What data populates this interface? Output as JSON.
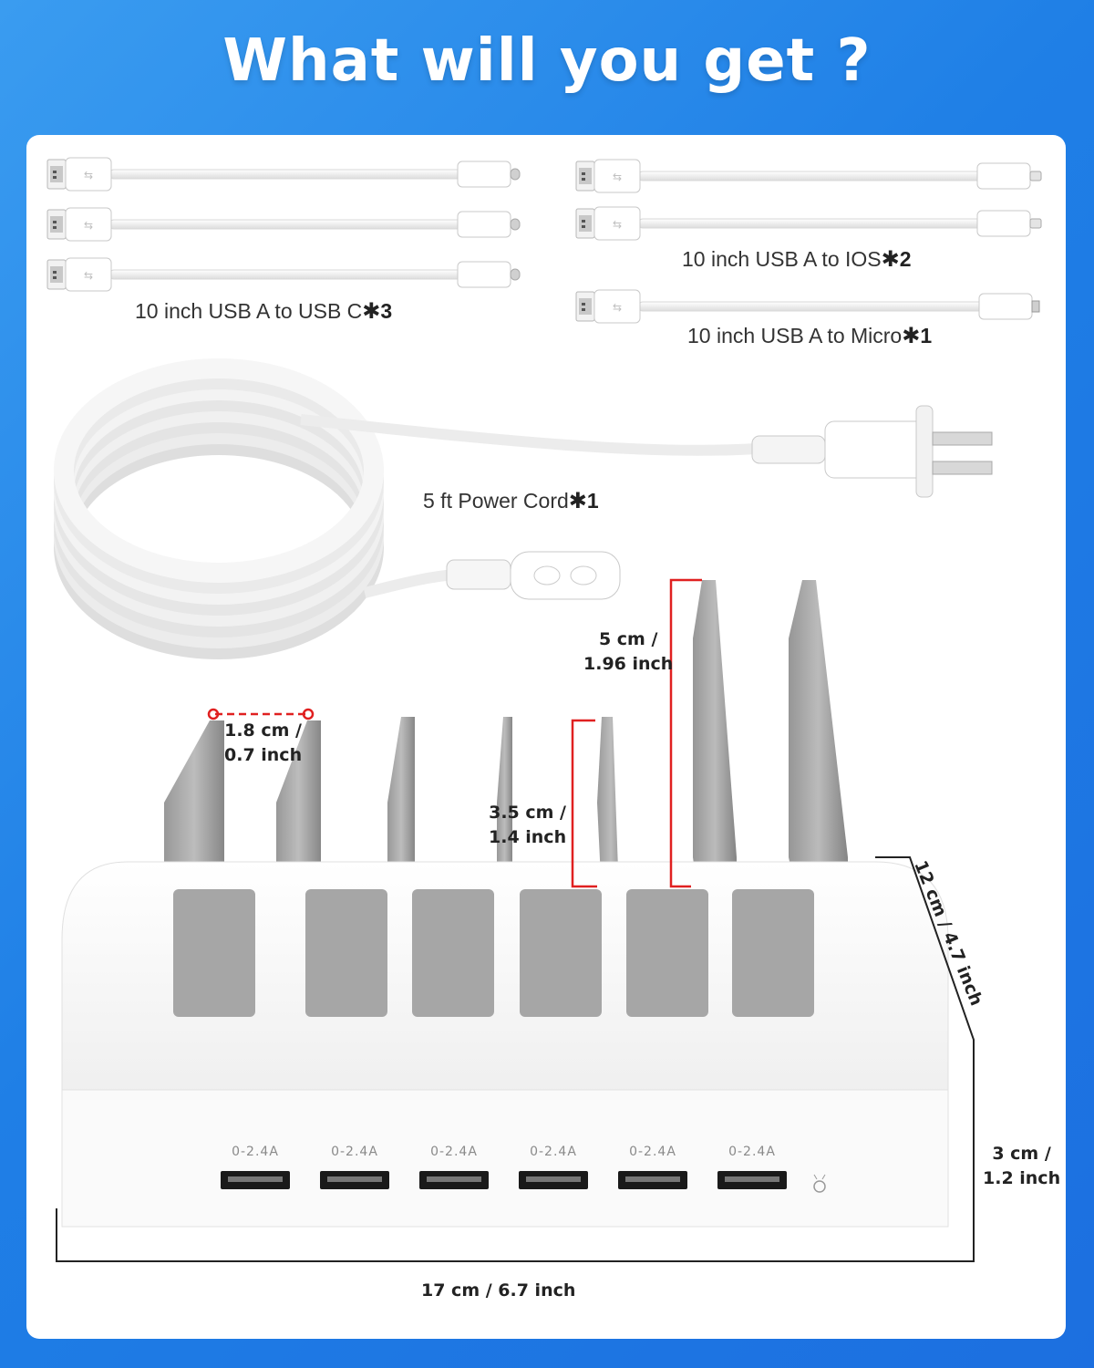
{
  "header": {
    "title": "What will you get ?"
  },
  "cables": {
    "usb_c": {
      "text": "10 inch USB A to USB C",
      "star": "✱",
      "qty": "3"
    },
    "ios": {
      "text": "10 inch USB A to IOS",
      "star": "✱",
      "qty": "2"
    },
    "micro": {
      "text": "10 inch USB A to Micro",
      "star": "✱",
      "qty": "1"
    },
    "power": {
      "text": "5 ft Power Cord",
      "star": "✱",
      "qty": "1"
    }
  },
  "dimensions": {
    "slot_width": [
      "1.8 cm /",
      "0.7 inch"
    ],
    "tall_divider": [
      "5 cm /",
      "1.96 inch"
    ],
    "short_divider": [
      "3.5 cm /",
      "1.4 inch"
    ],
    "depth": "12 cm / 4.7 inch",
    "height": [
      "3 cm /",
      "1.2 inch"
    ],
    "width": "17 cm / 6.7 inch"
  },
  "ports": {
    "labels": [
      "0-2.4A",
      "0-2.4A",
      "0-2.4A",
      "0-2.4A",
      "0-2.4A",
      "0-2.4A"
    ]
  },
  "colors": {
    "background": "#2a8bec",
    "accent_red": "#e02020",
    "panel": "#ffffff"
  },
  "icons": [
    "usb-a-plug-icon",
    "usb-c-plug-icon",
    "lightning-plug-icon",
    "micro-usb-plug-icon",
    "ac-plug-icon",
    "led-indicator-icon"
  ]
}
